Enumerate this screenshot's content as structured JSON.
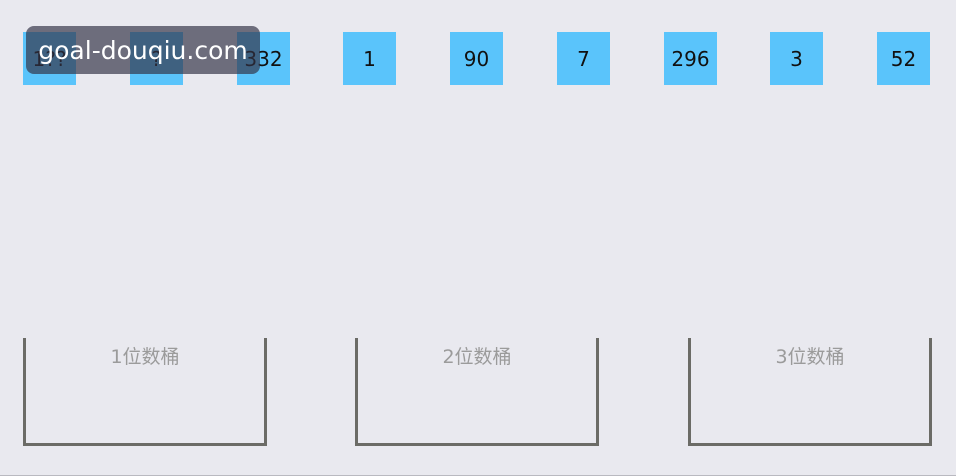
{
  "numbers": [
    "1??",
    "?",
    "332",
    "1",
    "90",
    "7",
    "296",
    "3",
    "52"
  ],
  "buckets": [
    "1位数桶",
    "2位数桶",
    "3位数桶"
  ],
  "watermark": "goal-douqiu.com",
  "colors": {
    "box_fill": "#5ac4fb",
    "bucket_line": "#6b6b66",
    "background": "#e9e9ef"
  }
}
